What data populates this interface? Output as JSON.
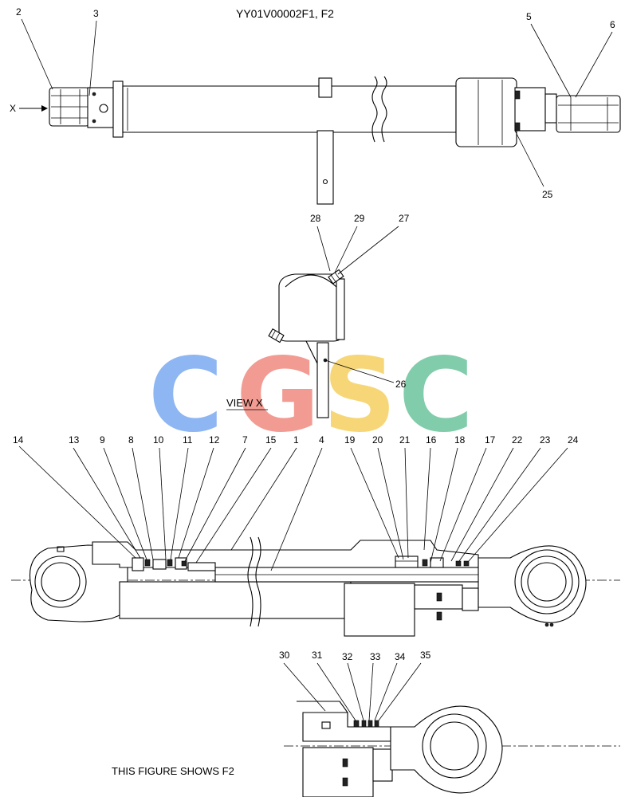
{
  "title": "YY01V00002F1, F2",
  "view_label": "VIEW  X",
  "x_arrow_label": "X",
  "footer_caption": "THIS FIGURE SHOWS  F2",
  "watermark": {
    "letters": [
      "C",
      "G",
      "S",
      "C"
    ],
    "colors": [
      "#7aaaf0",
      "#f08a80",
      "#f5d060",
      "#6cc49c"
    ]
  },
  "callouts": {
    "c2": "2",
    "c3": "3",
    "c5": "5",
    "c6": "6",
    "c25": "25",
    "c28": "28",
    "c29": "29",
    "c27": "27",
    "c26": "26",
    "c14": "14",
    "c13": "13",
    "c9": "9",
    "c8": "8",
    "c10": "10",
    "c11": "11",
    "c12": "12",
    "c7": "7",
    "c15": "15",
    "c1": "1",
    "c4": "4",
    "c19": "19",
    "c20": "20",
    "c21": "21",
    "c16": "16",
    "c18": "18",
    "c17": "17",
    "c22": "22",
    "c23": "23",
    "c24": "24",
    "c30": "30",
    "c31": "31",
    "c32": "32",
    "c33": "33",
    "c34": "34",
    "c35": "35"
  }
}
